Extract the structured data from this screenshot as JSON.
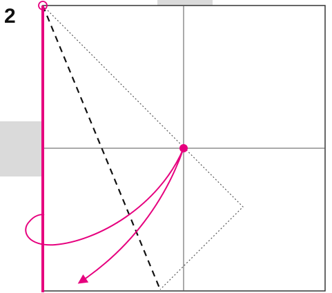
{
  "step": {
    "number": "2"
  },
  "colors": {
    "paper_fill": "#ffffff",
    "paper_edge": "#333333",
    "crease_line": "#555555",
    "valley_fold": "#111111",
    "fold_arrow": "#e6007e",
    "gray_tab": "#dadada",
    "step_number": "#111111"
  },
  "icons": {
    "arrow": "curved-fold-arrow",
    "point_marker": "filled-dot",
    "corner_marker": "open-circle"
  }
}
